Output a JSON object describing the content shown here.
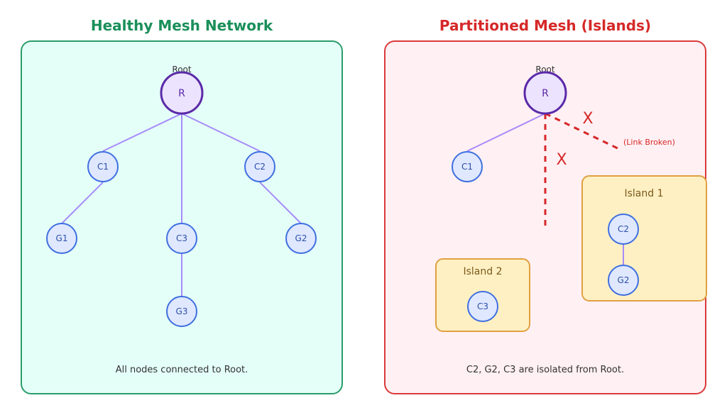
{
  "colors": {
    "healthy_title": "#1a8f5a",
    "healthy_border": "#2a9d6a",
    "healthy_fill": "#e4fff8",
    "partition_title": "#d62828",
    "partition_border": "#d93a3a",
    "partition_fill": "#fff0f3",
    "node_fill": "#dfe8ff",
    "node_stroke": "#3f6fe0",
    "root_fill": "#ece4ff",
    "root_stroke": "#5b2aa8",
    "edge": "#a78bfa",
    "broken_link": "#d62828",
    "island_fill": "#fff0c4",
    "island_border": "#e0a040"
  },
  "healthy": {
    "title": "Healthy Mesh Network",
    "root_label": "Root",
    "root_node": "R",
    "nodes": {
      "c1": "C1",
      "c2": "C2",
      "c3": "C3",
      "g1": "G1",
      "g2": "G2",
      "g3": "G3"
    },
    "caption": "All nodes connected to Root."
  },
  "partitioned": {
    "title": "Partitioned Mesh (Islands)",
    "root_label": "Root",
    "root_node": "R",
    "nodes": {
      "c1": "C1",
      "c2": "C2",
      "g2": "G2",
      "c3": "C3"
    },
    "break_mark_1": "X",
    "break_mark_2": "X",
    "broken_label": "(Link Broken)",
    "island_1": "Island 1",
    "island_2": "Island 2",
    "caption": "C2, G2, C3 are isolated from Root."
  }
}
